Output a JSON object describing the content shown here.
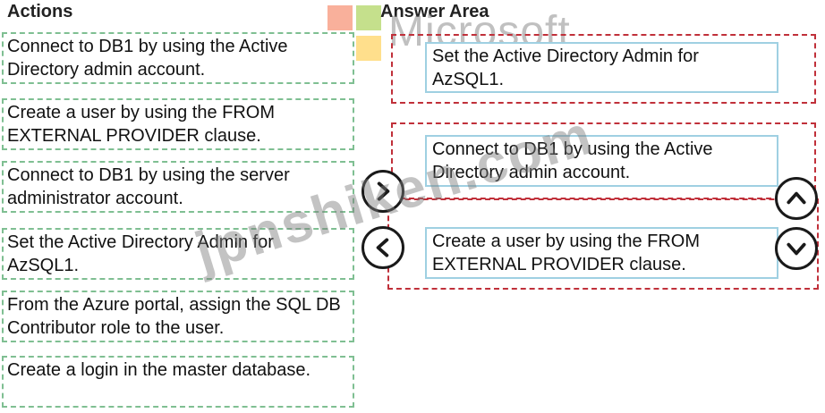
{
  "headings": {
    "actions": "Actions",
    "answer_area": "Answer Area"
  },
  "actions": [
    {
      "text": "Connect to DB1 by using the Active Directory admin account."
    },
    {
      "text": "Create a user by using the FROM EXTERNAL PROVIDER clause."
    },
    {
      "text": "Connect to DB1 by using the server administrator account."
    },
    {
      "text": "Set the Active Directory Admin for AzSQL1."
    },
    {
      "text": "From the Azure portal, assign the SQL DB Contributor role to the user."
    },
    {
      "text": "Create a login in the master database."
    }
  ],
  "answers": [
    {
      "text": "Set the Active Directory Admin for AzSQL1."
    },
    {
      "text": "Connect to DB1 by using the Active Directory admin account."
    },
    {
      "text": "Create a user by using the FROM EXTERNAL PROVIDER clause."
    }
  ],
  "logo": {
    "text": "Microsoft",
    "colors": [
      "#f25022",
      "#7fba00",
      "#00a4ef",
      "#ffb900"
    ]
  },
  "watermark": {
    "text": "jpnshiken.com"
  },
  "colors": {
    "action_border": "#7fbf92",
    "answer_border": "#9fd0e2",
    "zone_border": "#c0303a"
  },
  "icons": [
    "move-right-icon",
    "move-left-icon",
    "move-up-icon",
    "move-down-icon"
  ]
}
